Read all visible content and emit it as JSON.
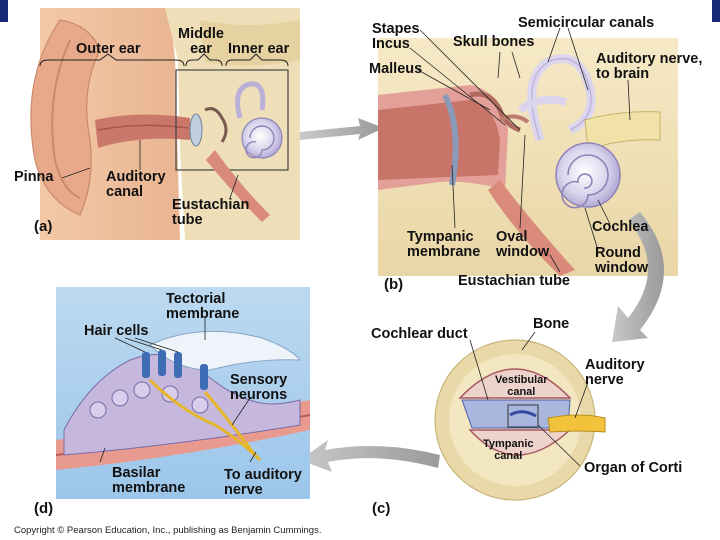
{
  "panel_a": {
    "tag": "(a)",
    "outer_ear": "Outer ear",
    "middle_ear": "Middle\near",
    "inner_ear": "Inner ear",
    "pinna": "Pinna",
    "auditory_canal": "Auditory\ncanal",
    "eustachian_tube": "Eustachian\ntube"
  },
  "panel_b": {
    "tag": "(b)",
    "stapes_incus": "Stapes\nIncus",
    "malleus": "Malleus",
    "semicircular_canals": "Semicircular canals",
    "skull_bones": "Skull bones",
    "auditory_nerve": "Auditory nerve,\nto brain",
    "cochlea": "Cochlea",
    "tympanic_membrane": "Tympanic\nmembrane",
    "oval_window": "Oval\nwindow",
    "round_window": "Round\nwindow",
    "eustachian_tube": "Eustachian tube"
  },
  "panel_c": {
    "tag": "(c)",
    "cochlear_duct": "Cochlear duct",
    "bone": "Bone",
    "auditory_nerve": "Auditory\nnerve",
    "vestibular_canal": "Vestibular\ncanal",
    "tympanic_canal": "Tympanic\ncanal",
    "organ_of_corti": "Organ of Corti"
  },
  "panel_d": {
    "tag": "(d)",
    "tectorial_membrane": "Tectorial\nmembrane",
    "hair_cells": "Hair cells",
    "sensory_neurons": "Sensory\nneurons",
    "basilar_membrane": "Basilar\nmembrane",
    "to_auditory_nerve": "To auditory\nnerve"
  },
  "copyright": "Copyright © Pearson Education, Inc., publishing as Benjamin Cummings."
}
